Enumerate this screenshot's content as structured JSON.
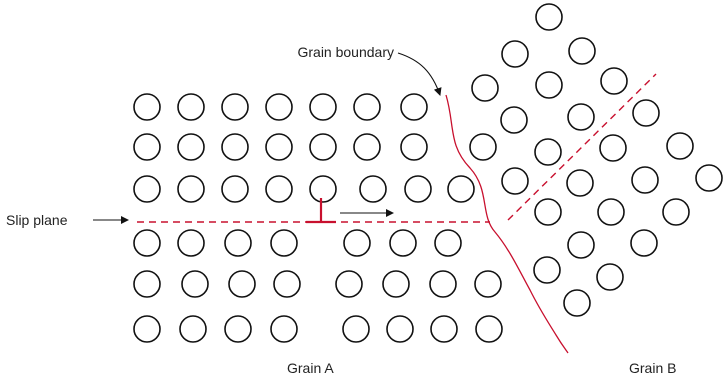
{
  "labels": {
    "grain_boundary": "Grain boundary",
    "slip_plane": "Slip plane",
    "grain_a": "Grain A",
    "grain_b": "Grain B"
  },
  "colors": {
    "accent_red": "#c8102e",
    "atom_stroke": "#111111",
    "text": "#222222"
  }
}
